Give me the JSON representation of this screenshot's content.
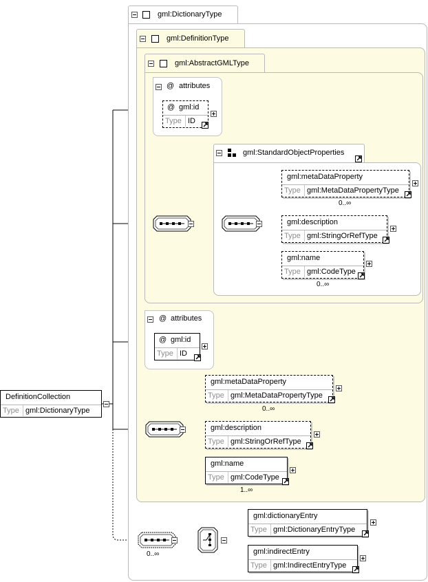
{
  "root": {
    "name": "DefinitionCollection",
    "type_label": "Type",
    "type": "gml:DictionaryType"
  },
  "tabs": {
    "dictionary_type": "gml:DictionaryType",
    "definition_type": "gml:DefinitionType",
    "abstract_gml_type": "gml:AbstractGMLType",
    "standard_object_properties": "gml:StandardObjectProperties"
  },
  "attribute_groups": [
    {
      "label": "attributes",
      "at": "@",
      "attr_name": "gml:id",
      "type_label": "Type",
      "type": "ID"
    },
    {
      "label": "attributes",
      "at": "@",
      "attr_name": "gml:id",
      "type_label": "Type",
      "type": "ID"
    }
  ],
  "inner_elements": [
    {
      "name": "gml:metaDataProperty",
      "type_label": "Type",
      "type": "gml:MetaDataPropertyType",
      "occurs": "0..∞"
    },
    {
      "name": "gml:description",
      "type_label": "Type",
      "type": "gml:StringOrRefType",
      "occurs": ""
    },
    {
      "name": "gml:name",
      "type_label": "Type",
      "type": "gml:CodeType",
      "occurs": "0..∞"
    }
  ],
  "outer_elements": [
    {
      "name": "gml:metaDataProperty",
      "type_label": "Type",
      "type": "gml:MetaDataPropertyType",
      "occurs": "0..∞"
    },
    {
      "name": "gml:description",
      "type_label": "Type",
      "type": "gml:StringOrRefType",
      "occurs": ""
    },
    {
      "name": "gml:name",
      "type_label": "Type",
      "type": "gml:CodeType",
      "occurs": "1..∞"
    }
  ],
  "choice_elements": [
    {
      "name": "gml:dictionaryEntry",
      "type_label": "Type",
      "type": "gml:DictionaryEntryType"
    },
    {
      "name": "gml:indirectEntry",
      "type_label": "Type",
      "type": "gml:IndirectEntryType"
    }
  ],
  "bottom_sequence_occurs": "0..∞"
}
